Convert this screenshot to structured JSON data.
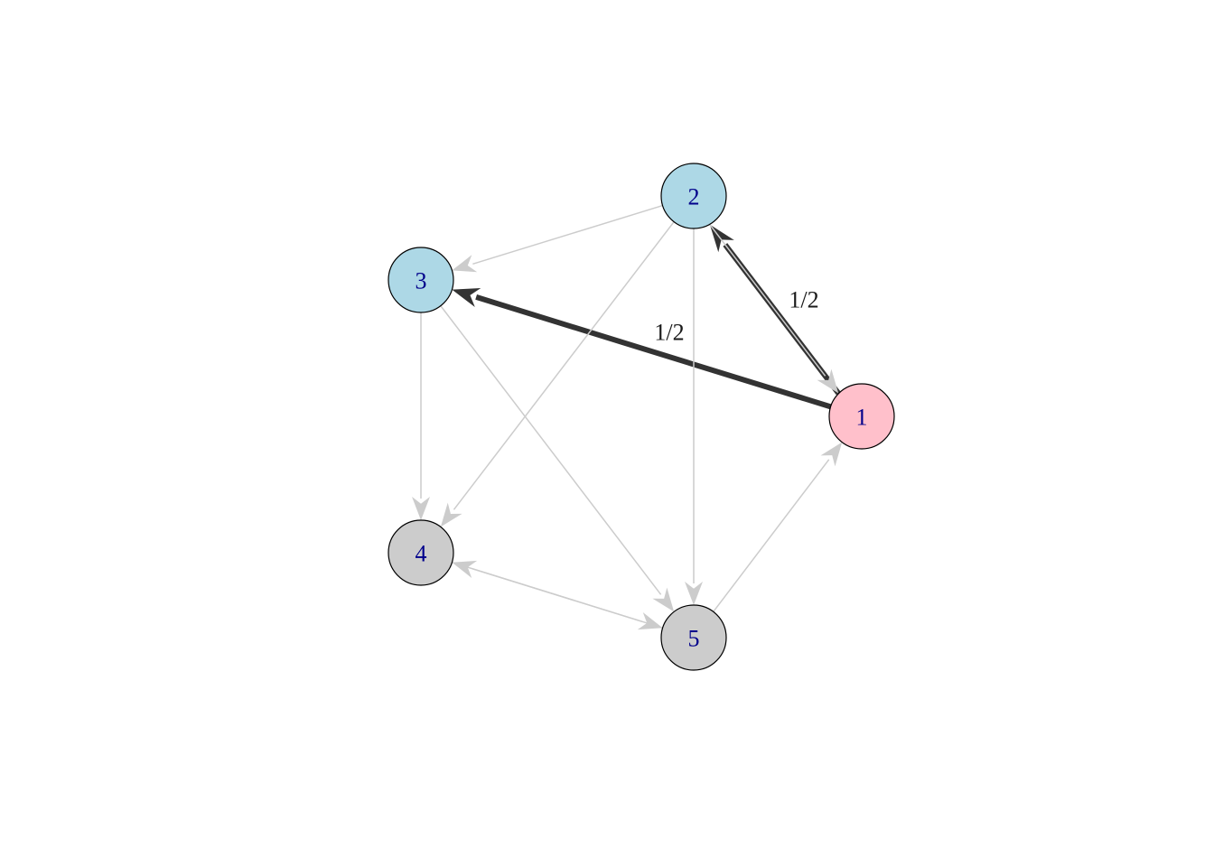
{
  "graph": {
    "nodes": [
      {
        "id": "1",
        "label": "1",
        "fill": "#FFC0CB"
      },
      {
        "id": "2",
        "label": "2",
        "fill": "#ADD8E6"
      },
      {
        "id": "3",
        "label": "3",
        "fill": "#ADD8E6"
      },
      {
        "id": "4",
        "label": "4",
        "fill": "#CCCCCC"
      },
      {
        "id": "5",
        "label": "5",
        "fill": "#CCCCCC"
      }
    ],
    "edges": [
      {
        "from": "1",
        "to": "2",
        "highlight": true,
        "label": "1/2"
      },
      {
        "from": "1",
        "to": "3",
        "highlight": true,
        "label": "1/2"
      },
      {
        "from": "2",
        "to": "1",
        "highlight": false
      },
      {
        "from": "2",
        "to": "3",
        "highlight": false
      },
      {
        "from": "2",
        "to": "4",
        "highlight": false
      },
      {
        "from": "2",
        "to": "5",
        "highlight": false
      },
      {
        "from": "3",
        "to": "4",
        "highlight": false
      },
      {
        "from": "3",
        "to": "5",
        "highlight": false
      },
      {
        "from": "4",
        "to": "5",
        "highlight": false
      },
      {
        "from": "5",
        "to": "4",
        "highlight": false
      },
      {
        "from": "5",
        "to": "1",
        "highlight": false
      }
    ],
    "colors": {
      "node_label": "#00008B",
      "node_stroke": "#000000",
      "edge_default": "#CCCCCC",
      "edge_highlight": "#333333",
      "edge_label": "#1a1a1a"
    }
  }
}
